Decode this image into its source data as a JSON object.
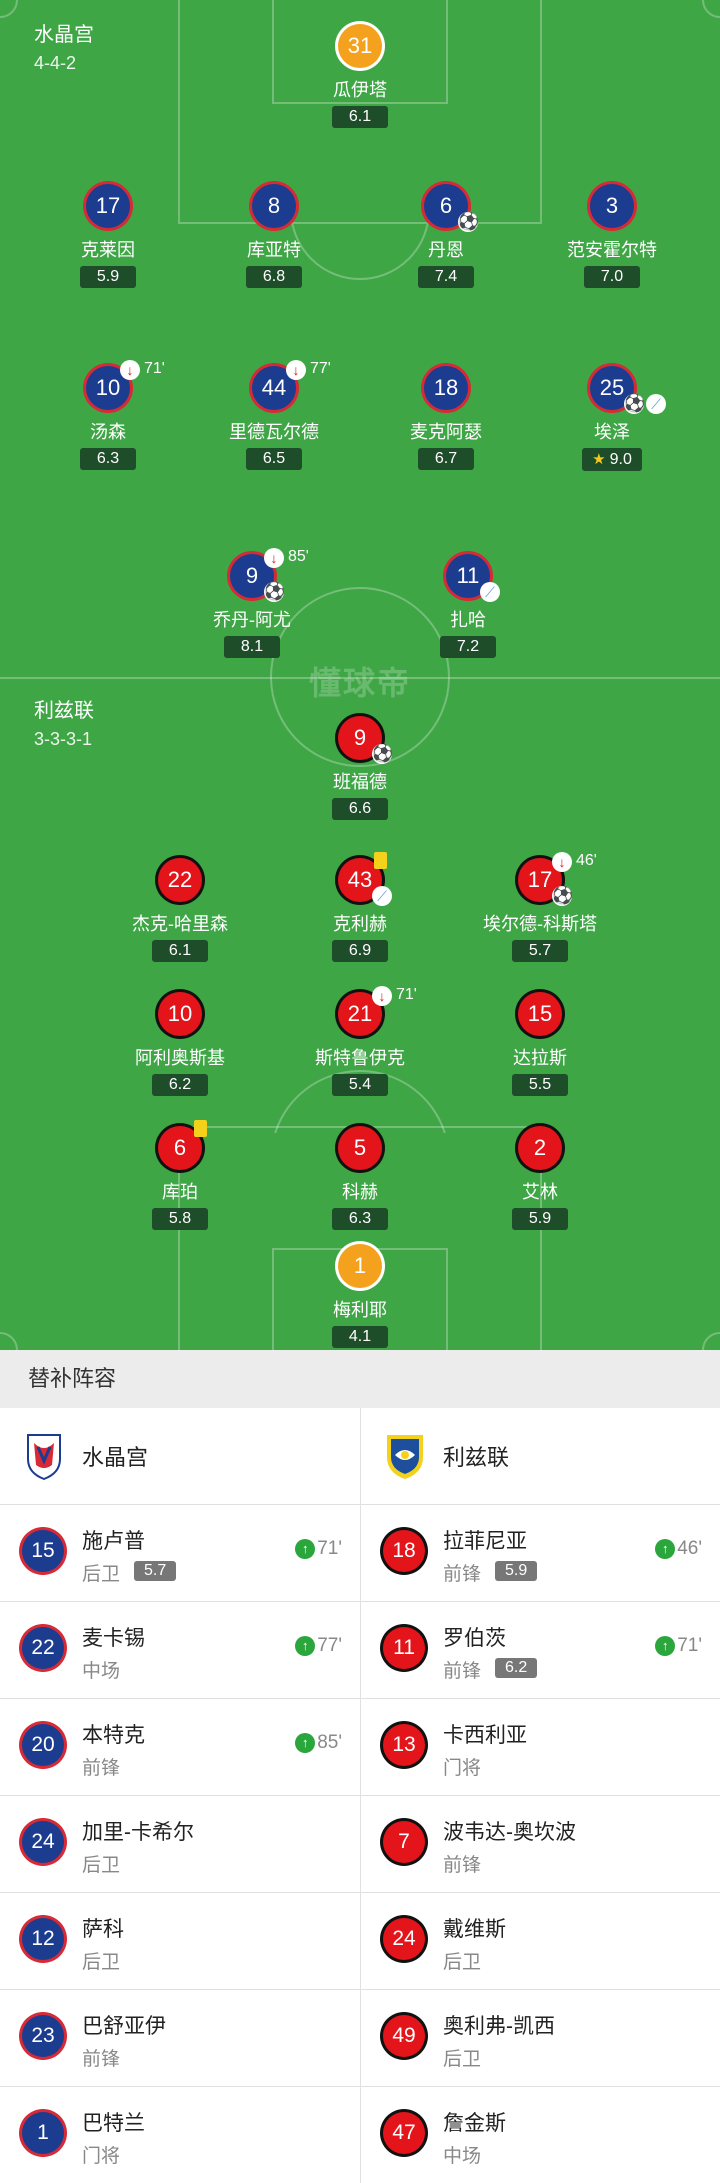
{
  "home": {
    "name": "水晶宫",
    "formation": "4-4-2",
    "players": [
      {
        "number": "31",
        "name": "瓜伊塔",
        "rating": "6.1"
      },
      {
        "number": "17",
        "name": "克莱因",
        "rating": "5.9"
      },
      {
        "number": "8",
        "name": "库亚特",
        "rating": "6.8"
      },
      {
        "number": "6",
        "name": "丹恩",
        "rating": "7.4"
      },
      {
        "number": "3",
        "name": "范安霍尔特",
        "rating": "7.0"
      },
      {
        "number": "10",
        "name": "汤森",
        "rating": "6.3",
        "sub_minute": "71'"
      },
      {
        "number": "44",
        "name": "里德瓦尔德",
        "rating": "6.5",
        "sub_minute": "77'"
      },
      {
        "number": "18",
        "name": "麦克阿瑟",
        "rating": "6.7"
      },
      {
        "number": "25",
        "name": "埃泽",
        "rating": "9.0"
      },
      {
        "number": "9",
        "name": "乔丹-阿尤",
        "rating": "8.1",
        "sub_minute": "85'"
      },
      {
        "number": "11",
        "name": "扎哈",
        "rating": "7.2"
      }
    ]
  },
  "away": {
    "name": "利兹联",
    "formation": "3-3-3-1",
    "players": [
      {
        "number": "9",
        "name": "班福德",
        "rating": "6.6"
      },
      {
        "number": "22",
        "name": "杰克-哈里森",
        "rating": "6.1"
      },
      {
        "number": "43",
        "name": "克利赫",
        "rating": "6.9"
      },
      {
        "number": "17",
        "name": "埃尔德-科斯塔",
        "rating": "5.7",
        "sub_minute": "46'"
      },
      {
        "number": "10",
        "name": "阿利奥斯基",
        "rating": "6.2"
      },
      {
        "number": "21",
        "name": "斯特鲁伊克",
        "rating": "5.4",
        "sub_minute": "71'"
      },
      {
        "number": "15",
        "name": "达拉斯",
        "rating": "5.5"
      },
      {
        "number": "6",
        "name": "库珀",
        "rating": "5.8"
      },
      {
        "number": "5",
        "name": "科赫",
        "rating": "6.3"
      },
      {
        "number": "2",
        "name": "艾林",
        "rating": "5.9"
      },
      {
        "number": "1",
        "name": "梅利耶",
        "rating": "4.1"
      }
    ]
  },
  "watermark": "懂球帝",
  "substitutes": {
    "title": "替补阵容",
    "home_team": "水晶宫",
    "away_team": "利兹联",
    "home": [
      {
        "number": "15",
        "name": "施卢普",
        "position": "后卫",
        "rating": "5.7",
        "minute": "71'"
      },
      {
        "number": "22",
        "name": "麦卡锡",
        "position": "中场",
        "minute": "77'"
      },
      {
        "number": "20",
        "name": "本特克",
        "position": "前锋",
        "minute": "85'"
      },
      {
        "number": "24",
        "name": "加里-卡希尔",
        "position": "后卫"
      },
      {
        "number": "12",
        "name": "萨科",
        "position": "后卫"
      },
      {
        "number": "23",
        "name": "巴舒亚伊",
        "position": "前锋"
      },
      {
        "number": "1",
        "name": "巴特兰",
        "position": "门将"
      }
    ],
    "away": [
      {
        "number": "18",
        "name": "拉菲尼亚",
        "position": "前锋",
        "rating": "5.9",
        "minute": "46'"
      },
      {
        "number": "11",
        "name": "罗伯茨",
        "position": "前锋",
        "rating": "6.2",
        "minute": "71'"
      },
      {
        "number": "13",
        "name": "卡西利亚",
        "position": "门将"
      },
      {
        "number": "7",
        "name": "波韦达-奥坎波",
        "position": "前锋"
      },
      {
        "number": "24",
        "name": "戴维斯",
        "position": "后卫"
      },
      {
        "number": "49",
        "name": "奥利弗-凯西",
        "position": "后卫"
      },
      {
        "number": "47",
        "name": "詹金斯",
        "position": "中场"
      }
    ]
  },
  "colors": {
    "pitch": "#3fa646",
    "home_shirt": "#1b3c8f",
    "away_shirt": "#e3151a",
    "goalkeeper": "#f4a21d",
    "sub_in": "#2aa63c"
  },
  "icons": {
    "goal": "soccer-ball-icon",
    "assist": "boot-icon",
    "sub_off": "sub-out-icon",
    "sub_on": "sub-in-arrow-icon",
    "yellow_card": "yellow-card-icon",
    "motm": "star-icon"
  }
}
